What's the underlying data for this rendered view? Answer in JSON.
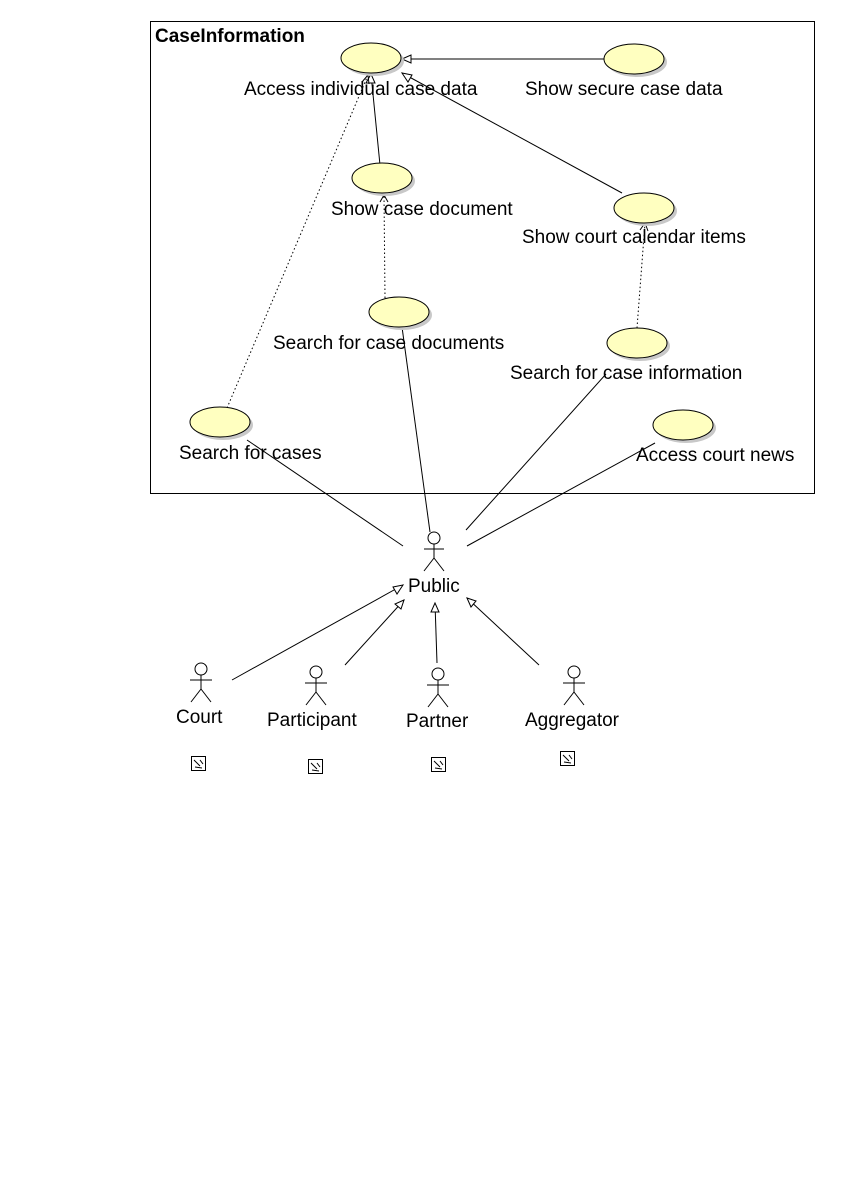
{
  "package": {
    "title": "CaseInformation"
  },
  "use_cases": {
    "access_individual_case_data": "Access individual case data",
    "show_secure_case_data": "Show secure case data",
    "show_case_document": "Show case document",
    "show_court_calendar_items": "Show court calendar items",
    "search_for_case_documents": "Search for case documents",
    "search_for_case_information": "Search for case information",
    "search_for_cases": "Search for cases",
    "access_court_news": "Access court news"
  },
  "actors": {
    "public": "Public",
    "court": "Court",
    "participant": "Participant",
    "partner": "Partner",
    "aggregator": "Aggregator"
  },
  "colors": {
    "use_case_fill": "#ffffc0",
    "stroke": "#000000",
    "background": "#ffffff"
  }
}
